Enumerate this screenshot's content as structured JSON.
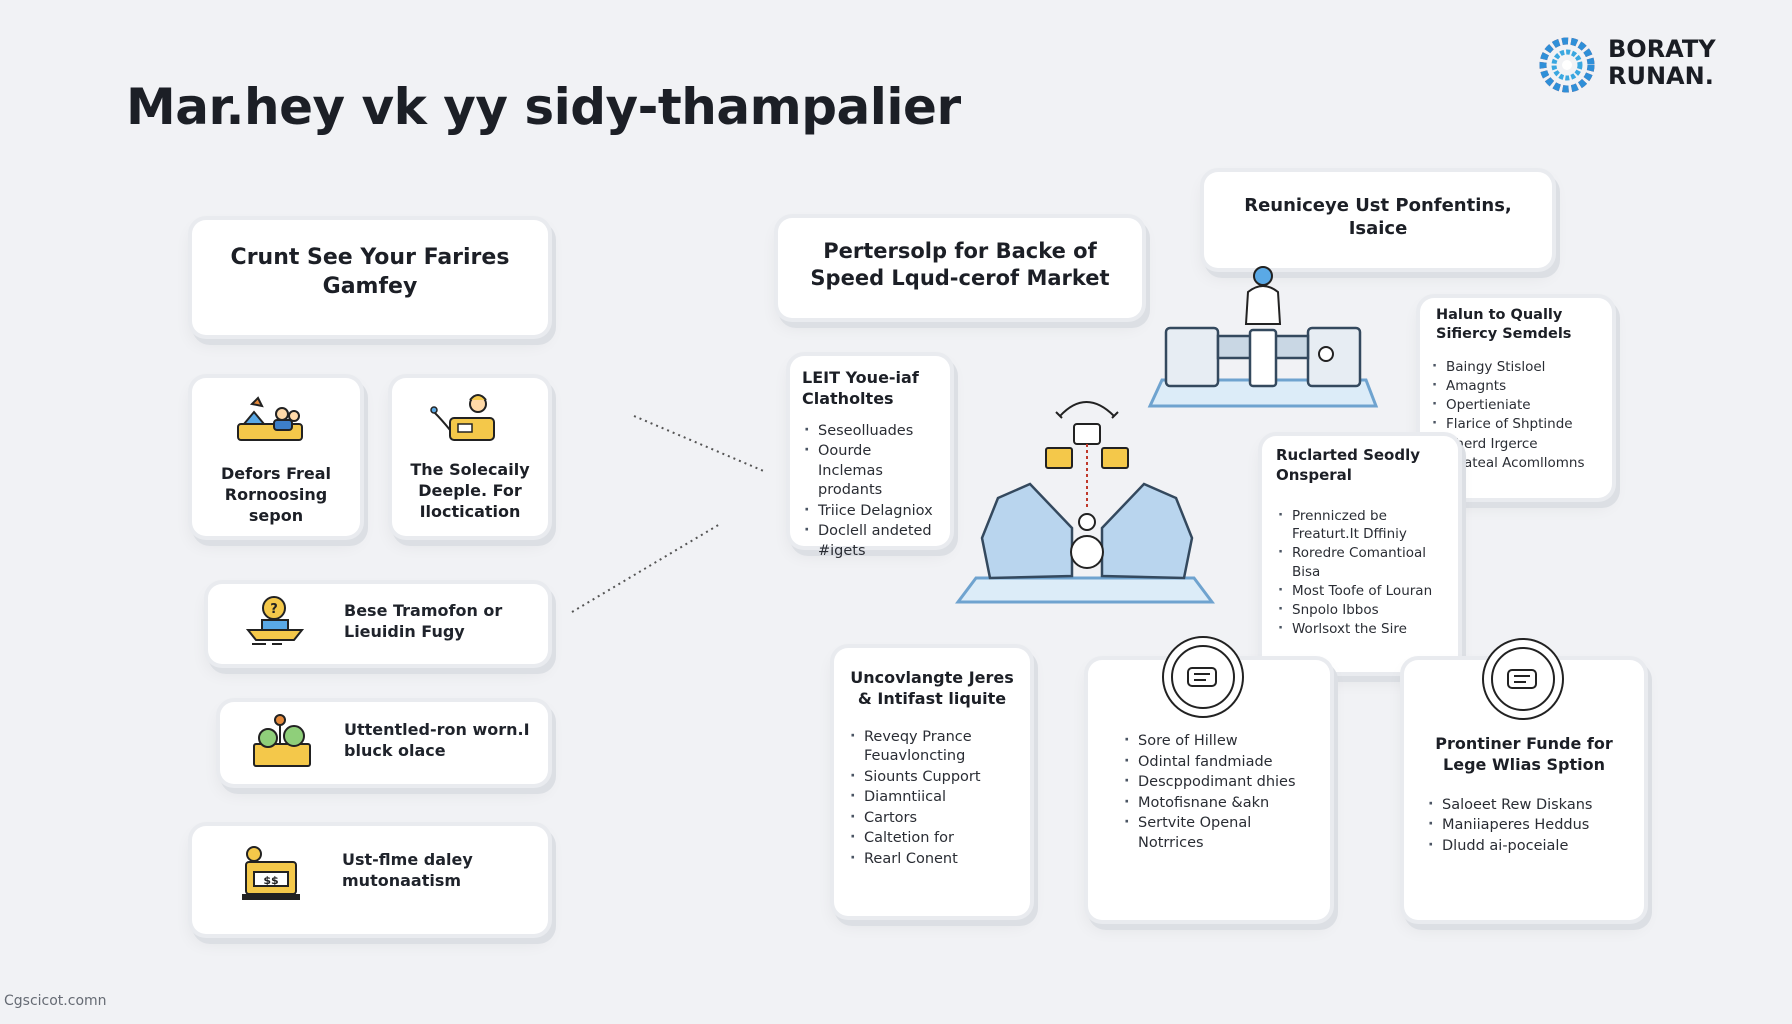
{
  "header": {
    "title": "Mar.hey vk yy sidy-thampalier",
    "brand_line1": "BORATY",
    "brand_line2": "RUNAN."
  },
  "left": {
    "top_card": "Crunt See Your Farires Gamfey",
    "small_card_a": "Defors Freal Rornoosing sepon",
    "small_card_b": "The Solecaily Deeple. For Iloctication",
    "rows": [
      {
        "text": "Bese Tramofon or Lieuidin Fugy",
        "icon": "coin-scale-icon"
      },
      {
        "text": "Uttentled-ron worn.I bluck olace",
        "icon": "plant-box-icon"
      },
      {
        "text": "Ust-flme daley mutonaatism",
        "icon": "cash-register-icon"
      }
    ]
  },
  "center": {
    "top_card": "Pertersolp for Backe of Speed Lqud-cerof Market",
    "list_card": {
      "title": "LEIT Youe-iaf Clatholtes",
      "items": [
        "Seseolluades",
        "Oourde Inclemas prodants",
        "Triice Delagniox",
        "Doclell andeted #igets"
      ]
    }
  },
  "right": {
    "top_card": "Reuniceye Ust Ponfentins, Isaice",
    "quality_card": {
      "title": "Halun to Qually Sifiercy Semdels",
      "items": [
        "Baingy Stisloel",
        "Amagnts",
        "Opertieniate",
        "Flarice of Shptinde",
        "Cherd Irgerce",
        "Chateal Acomllomns"
      ]
    },
    "dispersal_card": {
      "title": "Ruclarted Seodly Onsperal",
      "items": [
        "Prenniczed be Freaturt.It Dffiniy",
        "Roredre Comantioal Bisa",
        "Most Toofe of Louran",
        "Snpolo Ibbos",
        "Worlsoxt the Sire"
      ]
    }
  },
  "bottom": {
    "card1": {
      "title": "Uncovlangte Jeres & Intifast liquite",
      "items": [
        "Reveqy Prance Feuavloncting",
        "Siounts Cupport",
        "Diamntiical",
        "Cartors",
        "Caltetion for",
        "Rearl Conent"
      ]
    },
    "card2": {
      "items": [
        "Sore of Hillew",
        "Odintal fandmiade",
        "Descppodimant dhies",
        "Motofisnane &akn",
        "Sertvite Openal Notrrices"
      ]
    },
    "card3": {
      "title": "Prontiner Funde for Lege Wlias Sption",
      "items": [
        "Saloeet Rew Diskans",
        "Maniiaperes Heddus",
        "Dludd ai-poceiale"
      ]
    }
  },
  "footer": {
    "text": "Cgscicot.comn"
  }
}
